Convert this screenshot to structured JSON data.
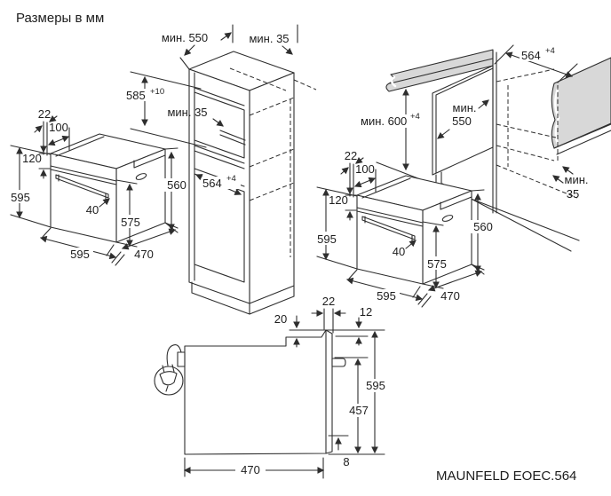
{
  "title": "Размеры в мм",
  "model": "MAUNFELD EOEC.564",
  "colors": {
    "line": "#2e2e2e",
    "countertop": "#d8d8d8"
  },
  "oven": {
    "top_gap": "22",
    "panel_depth": "100",
    "panel_height": "120",
    "front_height": "595",
    "handle_depth": "40",
    "door_height": "575",
    "body_height": "560",
    "front_width": "595",
    "body_depth": "470"
  },
  "tall_cabinet": {
    "min_depth": "мин. 550",
    "top_gap": "мин. 35",
    "niche_height": "585",
    "niche_height_tol": "+10",
    "vent_gap": "мин. 35",
    "niche_width": "564",
    "niche_width_tol": "+4"
  },
  "base_cabinet": {
    "niche_width": "564",
    "niche_width_tol": "+4",
    "min_height": "мин. 600",
    "min_height_tol": "+4",
    "depth_word": "мин.",
    "depth_value": "550",
    "gap_word": "мин.",
    "gap_value": "35"
  },
  "side_view": {
    "top_recess": "20",
    "frame_width": "22",
    "front_offset": "12",
    "height": "595",
    "rear_height": "457",
    "depth": "470",
    "bottom_gap": "8"
  }
}
